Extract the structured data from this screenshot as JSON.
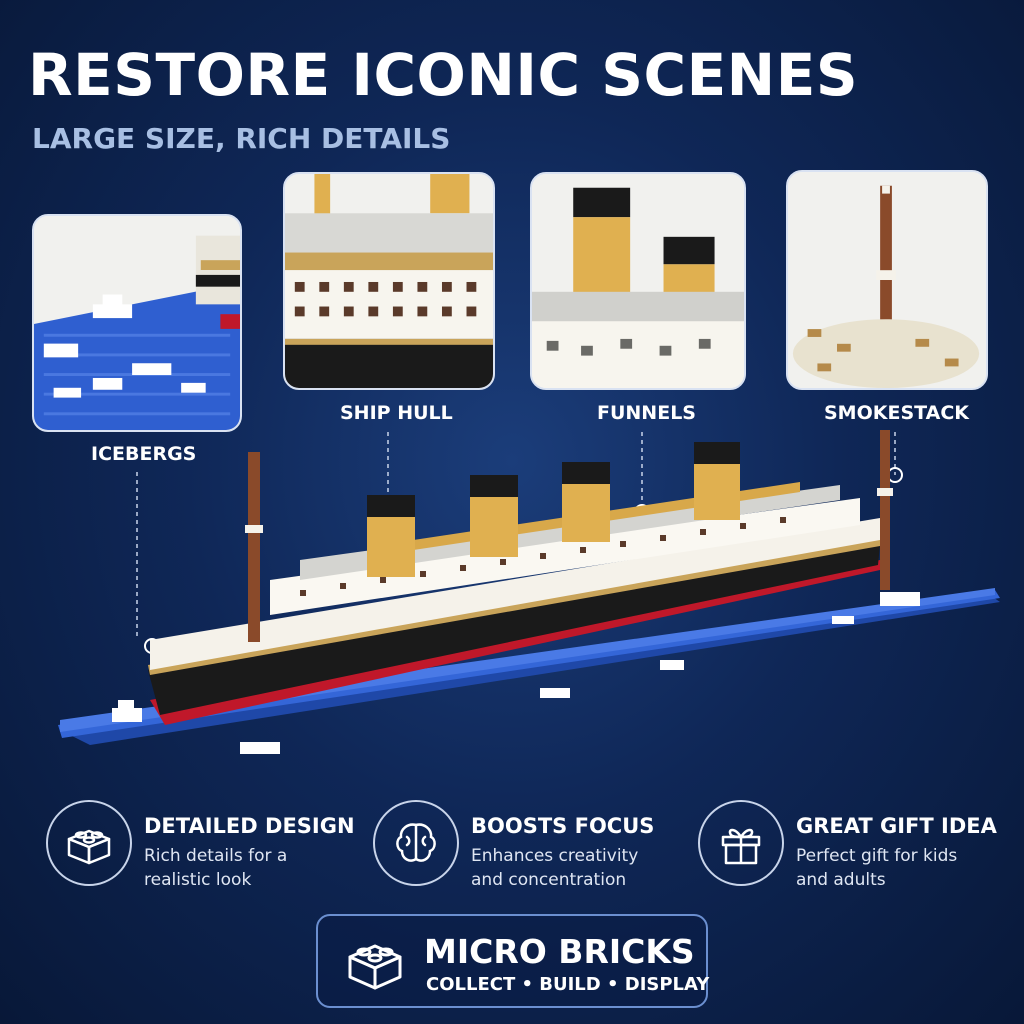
{
  "header": {
    "title": "RESTORE ICONIC SCENES",
    "subtitle": "LARGE SIZE, RICH DETAILS"
  },
  "callouts": [
    {
      "label": "ICEBERGS"
    },
    {
      "label": "SHIP HULL"
    },
    {
      "label": "FUNNELS"
    },
    {
      "label": "SMOKESTACK"
    }
  ],
  "features": [
    {
      "title": "DETAILED DESIGN",
      "desc": "Rich details for a realistic look",
      "icon": "brick-icon"
    },
    {
      "title": "BOOSTS FOCUS",
      "desc": "Enhances creativity and concentration",
      "icon": "brain-icon"
    },
    {
      "title": "GREAT GIFT IDEA",
      "desc": "Perfect gift for kids and adults",
      "icon": "gift-icon"
    }
  ],
  "banner": {
    "title": "MICRO BRICKS",
    "subtitle": "COLLECT • BUILD • DISPLAY",
    "icon": "brick-icon"
  },
  "colors": {
    "background": "#0f2757",
    "baseplate": "#2f5fd0",
    "hull_black": "#1a1a1a",
    "hull_red": "#c0182a",
    "funnel": "#e0b050",
    "deck_white": "#f5f2ea"
  }
}
